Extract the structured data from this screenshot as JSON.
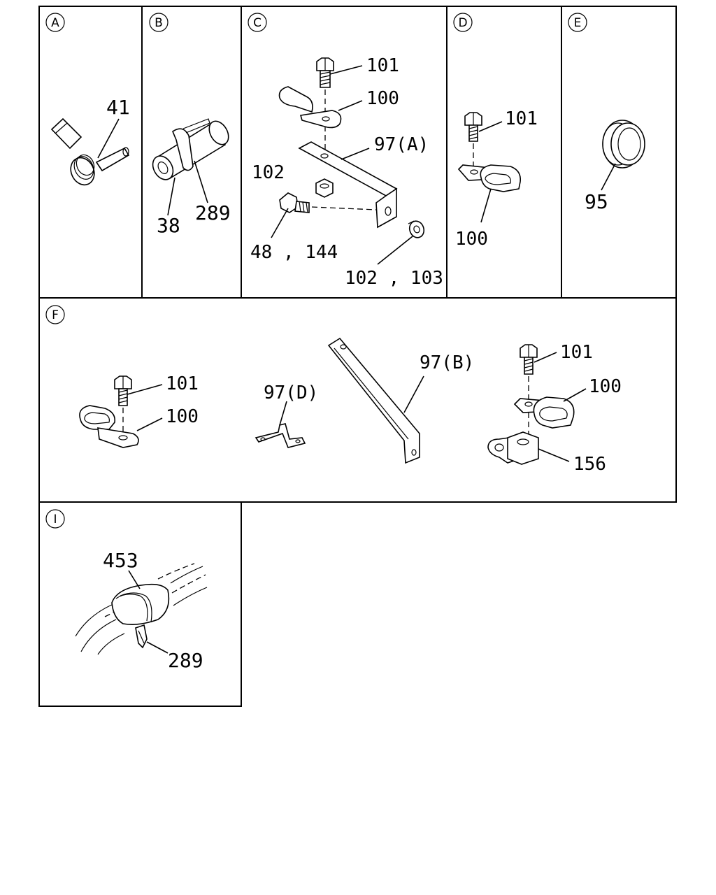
{
  "colors": {
    "ink": "#000000",
    "paper": "#ffffff"
  },
  "sections": [
    {
      "id": "A",
      "callouts": [
        {
          "text": "41"
        }
      ]
    },
    {
      "id": "B",
      "callouts": [
        {
          "text": "38"
        },
        {
          "text": "289"
        }
      ]
    },
    {
      "id": "C",
      "callouts": [
        {
          "text": "101"
        },
        {
          "text": "100"
        },
        {
          "text": "97(A)"
        },
        {
          "text": "102"
        },
        {
          "text": "48 , 144"
        },
        {
          "text": "102 , 103"
        }
      ]
    },
    {
      "id": "D",
      "callouts": [
        {
          "text": "101"
        },
        {
          "text": "100"
        }
      ]
    },
    {
      "id": "E",
      "callouts": [
        {
          "text": "95"
        }
      ]
    },
    {
      "id": "F",
      "callouts": [
        {
          "text": "101"
        },
        {
          "text": "100"
        },
        {
          "text": "97(D)"
        },
        {
          "text": "97(B)"
        },
        {
          "text": "101"
        },
        {
          "text": "100"
        },
        {
          "text": "156"
        }
      ]
    },
    {
      "id": "I",
      "callouts": [
        {
          "text": "453"
        },
        {
          "text": "289"
        }
      ]
    }
  ]
}
